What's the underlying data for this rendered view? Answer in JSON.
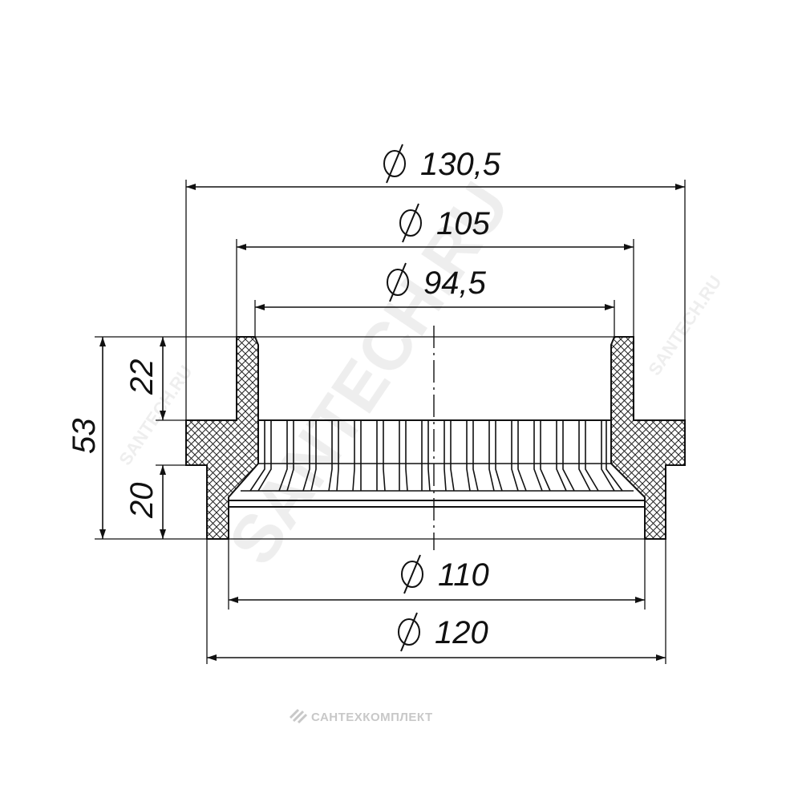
{
  "drawing": {
    "dimensions": {
      "d_top": "130,5",
      "d_mid": "105",
      "d_inner": "94,5",
      "d_socket": "110",
      "d_outer_bottom": "120",
      "h_total": "53",
      "h_upper": "22",
      "h_lower": "20"
    },
    "watermark": "SANTECH.RU",
    "watermark_small": "SANTECH.RU",
    "brand": "САНТЕХКОМПЛЕКТ",
    "colors": {
      "line": "#111111",
      "watermark": "#000000",
      "brand": "#c8c8c8"
    }
  }
}
